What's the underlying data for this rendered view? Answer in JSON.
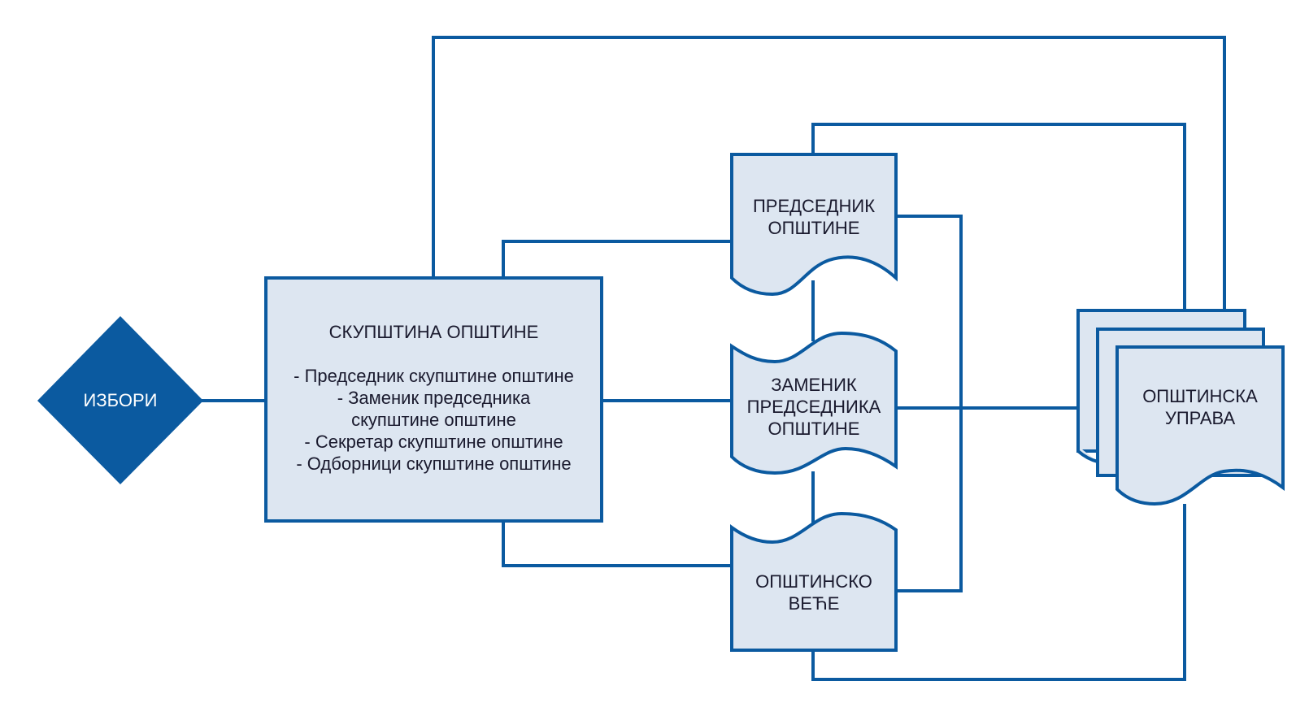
{
  "diagram": {
    "title": "Municipal organization chart",
    "colors": {
      "stroke": "#0b5aa0",
      "fill": "#dde6f1",
      "diamond": "#0b5aa0",
      "text": "#1a1a2e"
    },
    "nodes": {
      "elections": {
        "label": "ИЗБОРИ",
        "shape": "diamond"
      },
      "assembly": {
        "title": "СКУПШТИНА ОПШТИНЕ",
        "members": [
          "- Председник скупштине општине",
          "- Заменик председника",
          "скупштине општине",
          "- Секретар скупштине општине",
          "- Одборници скупштине општине"
        ],
        "shape": "rectangle"
      },
      "mayor": {
        "lines": [
          "ПРЕДСЕДНИК",
          "ОПШТИНЕ"
        ],
        "shape": "document"
      },
      "deputy_mayor": {
        "lines": [
          "ЗАМЕНИК",
          "ПРЕДСЕДНИКА",
          "ОПШТИНЕ"
        ],
        "shape": "tape"
      },
      "council": {
        "lines": [
          "ОПШТИНСКО",
          "ВЕЋЕ"
        ],
        "shape": "tape-top"
      },
      "administration": {
        "lines": [
          "ОПШТИНСКА",
          "УПРАВА"
        ],
        "shape": "multi-document"
      }
    },
    "edges": [
      {
        "from": "elections",
        "to": "assembly"
      },
      {
        "from": "assembly",
        "to": "mayor"
      },
      {
        "from": "assembly",
        "to": "deputy_mayor"
      },
      {
        "from": "assembly",
        "to": "council"
      },
      {
        "from": "assembly",
        "to": "administration"
      },
      {
        "from": "mayor",
        "to": "deputy_mayor"
      },
      {
        "from": "deputy_mayor",
        "to": "council"
      },
      {
        "from": "mayor",
        "to": "administration"
      },
      {
        "from": "mayor",
        "to": "council"
      },
      {
        "from": "deputy_mayor",
        "to": "administration"
      },
      {
        "from": "council",
        "to": "administration"
      }
    ]
  }
}
